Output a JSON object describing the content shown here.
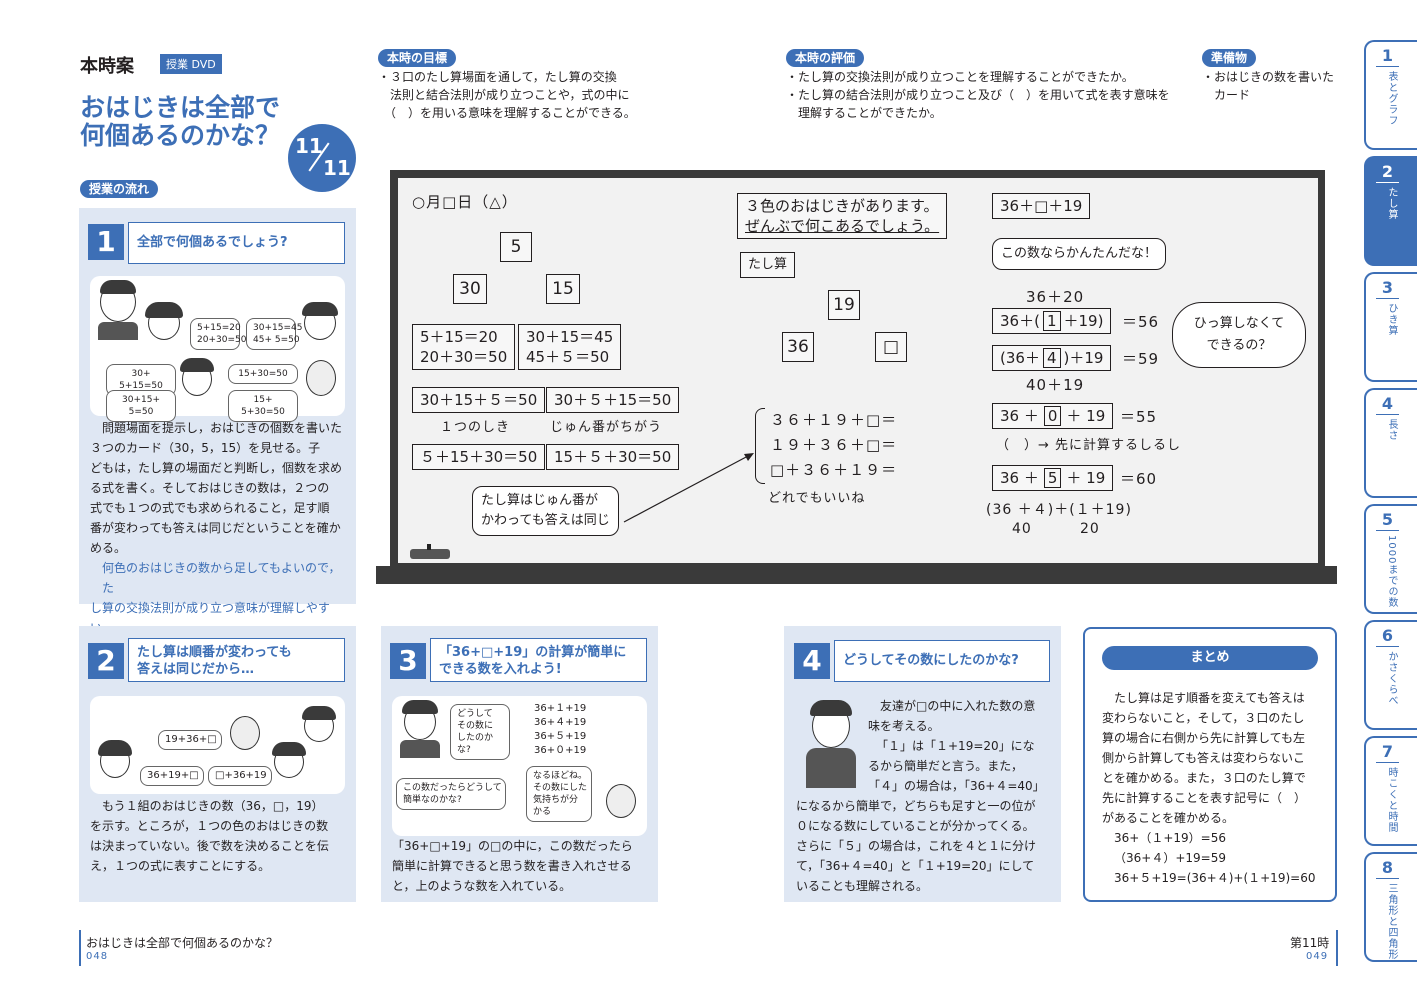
{
  "header": {
    "label": "本時案",
    "dvd": "授業 DVD",
    "title_line1": "おはじきは全部で",
    "title_line2": "何個あるのかな？",
    "lesson_num": "11",
    "lesson_total": "11"
  },
  "goal": {
    "label": "本時の目標",
    "lines": [
      "・３口のたし算場面を通して，たし算の交換",
      "　法則と結合法則が成り立つことや，式の中に",
      "　（　）を用いる意味を理解することができる。"
    ]
  },
  "evaluation": {
    "label": "本時の評価",
    "lines": [
      "・たし算の交換法則が成り立つことを理解することができたか。",
      "・たし算の結合法則が成り立つこと及び（　）を用いて式を表す意味を",
      "　理解することができたか。"
    ]
  },
  "prep": {
    "label": "準備物",
    "lines": [
      "・おはじきの数を書いた",
      "　カード"
    ]
  },
  "flow_label": "授業の流れ",
  "step1": {
    "num": "1",
    "question": "全部で何個あるでしょう?",
    "bubbles": [
      "5+15=20\n20+30=50",
      "30+15=45\n45+ 5=50",
      "30+ 5+15=50",
      "15+30=50",
      "30+15+ 5=50",
      "15+ 5+30=50"
    ],
    "para": [
      "問題場面を提示し，おはじきの個数を書いた",
      "３つのカード（30，5，15）を見せる。子",
      "どもは，たし算の場面だと判断し，個数を求め",
      "る式を書く。そしておはじきの数は，２つの",
      "式でも１つの式でも求められること，足す順",
      "番が変わっても答えは同じだということを確か",
      "める。"
    ],
    "note": [
      "何色のおはじきの数から足してもよいので，た",
      "し算の交換法則が成り立つ意味が理解しやすい。"
    ]
  },
  "step2": {
    "num": "2",
    "question_line1": "たし算は順番が変わっても",
    "question_line2": "答えは同じだから…",
    "bubbles": [
      "19+36+□",
      "36+19+□",
      "□+36+19"
    ],
    "para": [
      "もう１組のおはじきの数（36，□，19）",
      "を示す。ところが，１つの色のおはじきの数",
      "は決まっていない。後で数を決めることを伝",
      "え，１つの式に表すことにする。"
    ]
  },
  "step3": {
    "num": "3",
    "question_line1": "「36+□+19」の計算が簡単に",
    "question_line2": "できる数を入れよう!",
    "bubble_q": "どうして\nその数に\nしたのか\nな?",
    "exprs": [
      "36+１+19",
      "36+４+19",
      "36+５+19",
      "36+０+19"
    ],
    "bubble_a": "この数だったらどうして\n簡単なのかな?",
    "bubble_b": "なるほどね。\nその数にした\n気持ちが分\nかる",
    "para": [
      "「36+□+19」の□の中に，この数だったら",
      "簡単に計算できると思う数を書き入れさせる",
      "と，上のような数を入れている。"
    ]
  },
  "step4": {
    "num": "4",
    "question": "どうしてその数にしたのかな?",
    "para": [
      "友達が□の中に入れた数の意",
      "味を考える。",
      "「１」は「１+19=20」にな",
      "るから簡単だと言う。また，",
      "「４」の場合は，「36+４=40」",
      "になるから簡単で，どちらも足すと一の位が",
      "０になる数にしていることが分かってくる。",
      "さらに「５」の場合は，これを４と１に分け",
      "て，「36+４=40」と「１+19=20」にして",
      "いることも理解される。"
    ]
  },
  "summary": {
    "label": "まとめ",
    "lines": [
      "たし算は足す順番を変えても答えは",
      "変わらないこと，そして，３口のたし",
      "算の場合に右側から先に計算しても左",
      "側から計算しても答えは変わらないこ",
      "とを確かめる。また，３口のたし算で",
      "先に計算することを表す記号に（　）",
      "があることを確かめる。",
      "36+（１+19）=56",
      "（36+４）+19=59",
      "36+５+19=(36+４)+(１+19)=60"
    ]
  },
  "board": {
    "date": "○月□日（△）",
    "cards1": [
      "5",
      "30",
      "15"
    ],
    "exp_a": [
      "5＋15＝20",
      "20＋30＝50"
    ],
    "exp_b": [
      "30＋15＝45",
      "45＋５＝50"
    ],
    "row1": [
      "30＋15＋５＝50",
      "30＋５＋15＝50"
    ],
    "label_one": "１つのしき",
    "label_order": "じゅん番がちがう",
    "row2": [
      "５＋15＋30＝50",
      "15＋５＋30＝50"
    ],
    "note_same": [
      "たし算はじゅん番が",
      "かわっても答えは同じ"
    ],
    "problem": [
      "３色のおはじきがあります。",
      "ぜんぶで何こあるでしょう。"
    ],
    "tashizan": "たし算",
    "cards2": [
      "19",
      "36",
      "□"
    ],
    "forms": [
      "３６＋１９＋□＝",
      "１９＋３６＋□＝",
      "□＋３６＋１９＝"
    ],
    "any_ok": "どれでもいいね",
    "target": "36＋□＋19",
    "easy": "この数ならかんたんだな！",
    "sum1_top": "36＋20",
    "eq1": "36＋(",
    "eq1_box": "1",
    "eq1_end": "＋19)",
    "eq1_res": "＝56",
    "eq2": "(36＋",
    "eq2_box": "4",
    "eq2_end": ")＋19",
    "eq2_res": "＝59",
    "sum2_bottom": "40＋19",
    "eq3": "36 ＋",
    "eq3_box": "0",
    "eq3_end": "＋ 19",
    "eq3_res": "＝55",
    "paren_note": "（　）→ 先に計算するしるし",
    "eq4": "36 ＋",
    "eq4_box": "5",
    "eq4_end": "＋ 19",
    "eq4_res": "＝60",
    "split": "(36 ＋４)＋(１＋19)",
    "split_a": "40",
    "split_b": "20",
    "thought": [
      "ひっ算しなくて",
      "できるの？"
    ]
  },
  "tabs": [
    {
      "num": "1",
      "label": "表とグラフ"
    },
    {
      "num": "2",
      "label": "たし算"
    },
    {
      "num": "3",
      "label": "ひき算"
    },
    {
      "num": "4",
      "label": "長さ"
    },
    {
      "num": "5",
      "label": "1000までの数"
    },
    {
      "num": "6",
      "label": "かさくらべ"
    },
    {
      "num": "7",
      "label": "時こくと時間"
    },
    {
      "num": "8",
      "label": "三角形と四角形"
    }
  ],
  "footer": {
    "left_title": "おはじきは全部で何個あるのかな？",
    "left_page": "048",
    "right_title": "第11時",
    "right_page": "049"
  },
  "colors": {
    "accent": "#3d6fb6",
    "panel": "#dfe7f3",
    "board": "#3a3a3a"
  }
}
